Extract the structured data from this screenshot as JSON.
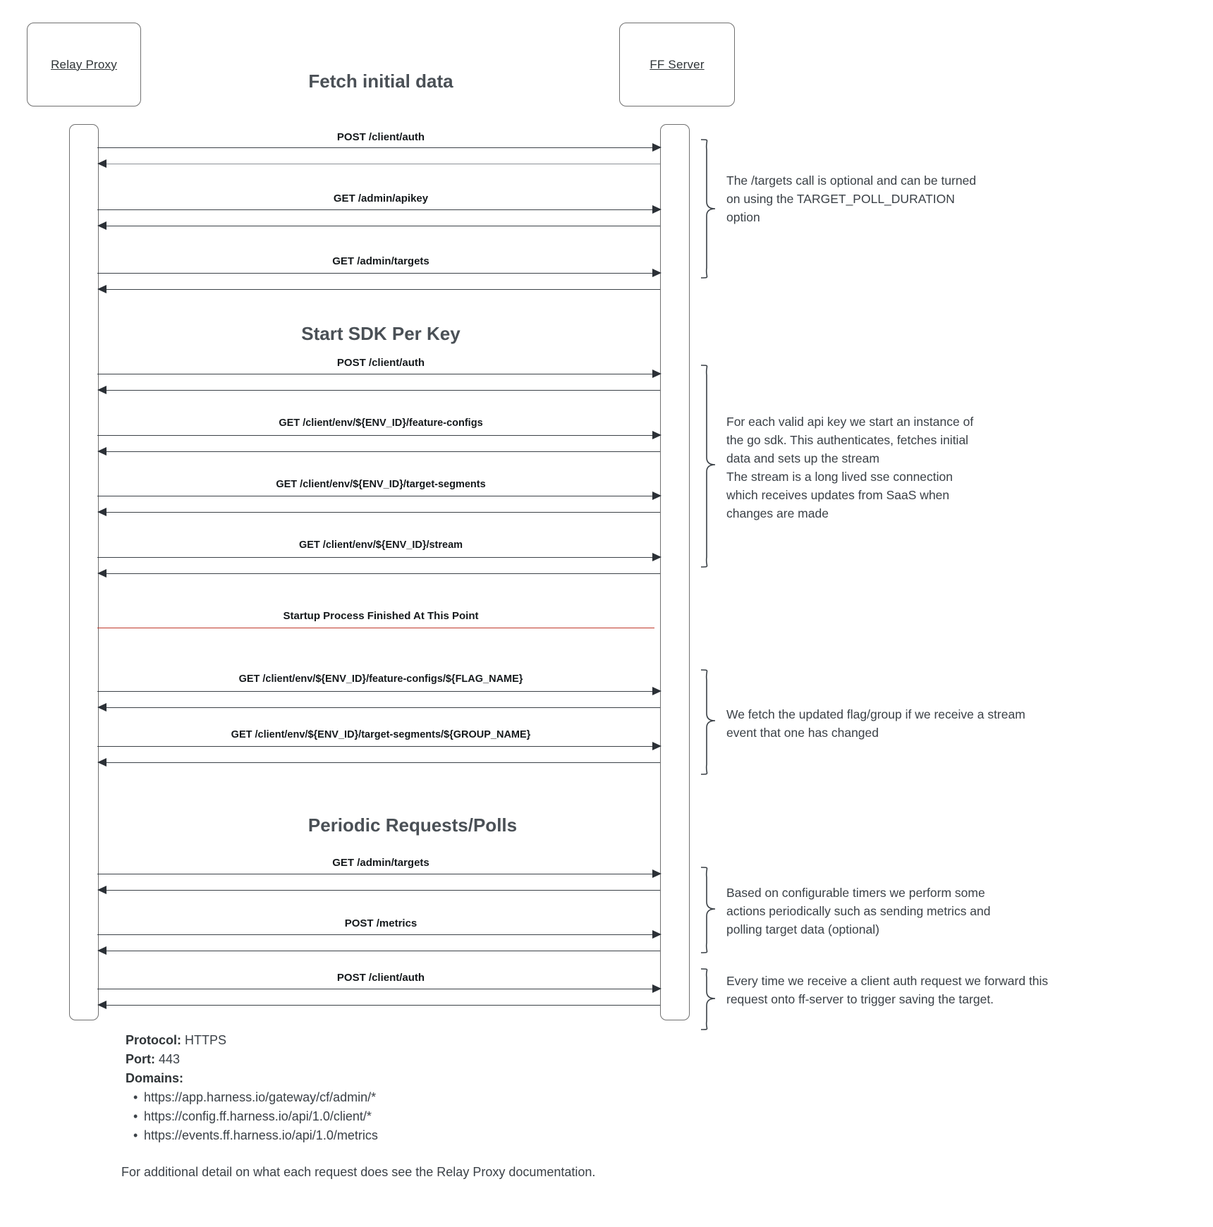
{
  "diagram": {
    "actors": [
      {
        "name": "Relay Proxy"
      },
      {
        "name": "FF Server"
      }
    ],
    "sections": [
      {
        "title": "Fetch initial data"
      },
      {
        "title": "Start SDK Per Key"
      },
      {
        "title": "Periodic Requests/Polls"
      }
    ],
    "messages": [
      {
        "label": "POST /client/auth"
      },
      {
        "label": "GET /admin/apikey"
      },
      {
        "label": "GET /admin/targets"
      },
      {
        "label": "POST /client/auth"
      },
      {
        "label": "GET /client/env/${ENV_ID}/feature-configs"
      },
      {
        "label": "GET /client/env/${ENV_ID}/target-segments"
      },
      {
        "label": "GET /client/env/${ENV_ID}/stream"
      },
      {
        "label": "GET /client/env/${ENV_ID}/feature-configs/${FLAG_NAME}"
      },
      {
        "label": "GET /client/env/${ENV_ID}/target-segments/${GROUP_NAME}"
      },
      {
        "label": "GET /admin/targets"
      },
      {
        "label": "POST /metrics"
      },
      {
        "label": "POST /client/auth"
      }
    ],
    "divider": {
      "label": "Startup Process Finished At This Point",
      "color": "#c0392b"
    },
    "annotations": [
      {
        "text": "The /targets call is optional and can be turned\non using the TARGET_POLL_DURATION\noption"
      },
      {
        "text": "For each valid api key we start an instance of\nthe go sdk. This authenticates, fetches initial\ndata and sets up the stream\nThe stream is a long lived sse connection\nwhich receives updates from SaaS when\nchanges are made"
      },
      {
        "text": "We fetch the updated flag/group if we receive a stream\nevent that one has changed"
      },
      {
        "text": "Based on configurable timers we perform some\nactions periodically such as sending metrics and\npolling target data (optional)"
      },
      {
        "text": "Every time we receive a client auth request we forward this\nrequest onto ff-server to trigger saving the target."
      }
    ]
  },
  "footer": {
    "protocol_label": "Protocol:",
    "protocol_value": "HTTPS",
    "port_label": "Port:",
    "port_value": "443",
    "domains_label": "Domains:",
    "domains": [
      "https://app.harness.io/gateway/cf/admin/*",
      "https://config.ff.harness.io/api/1.0/client/*",
      "https://events.ff.harness.io/api/1.0/metrics"
    ],
    "note": "For additional detail on what each request does see the Relay Proxy documentation."
  }
}
